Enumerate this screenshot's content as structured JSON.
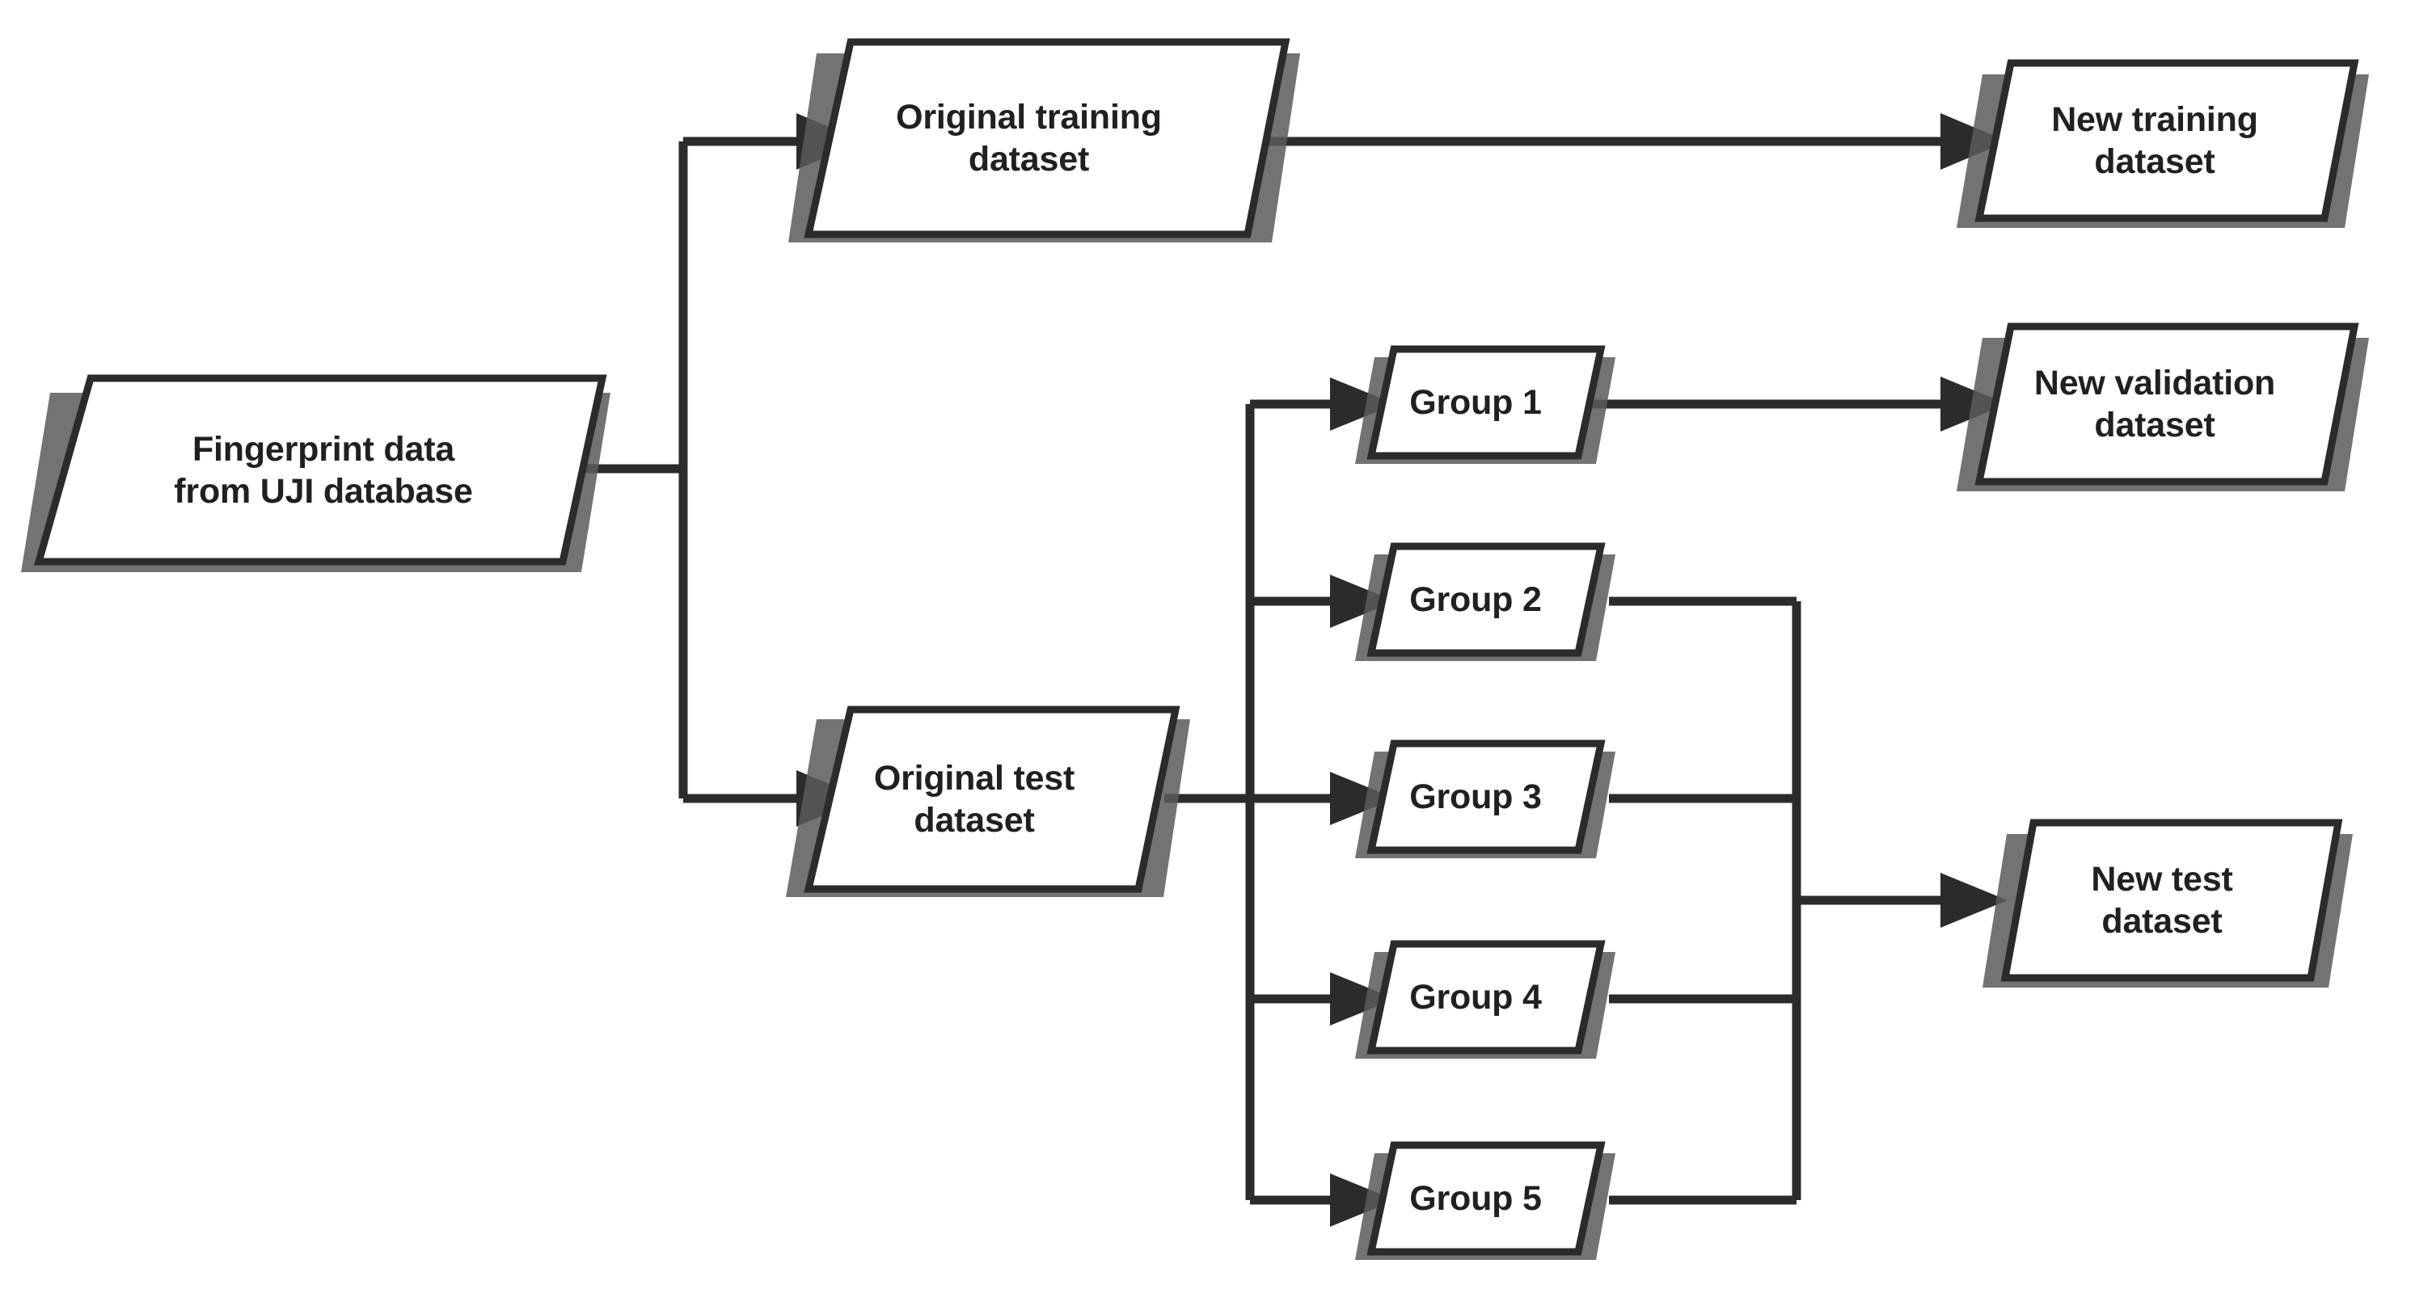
{
  "diagram": {
    "type": "flowchart",
    "title": "Dataset partitioning flowchart",
    "shape_style": "parallelogram-data",
    "colors": {
      "stroke": "#2b2b2b",
      "fill": "#ffffff",
      "text": "#231f20",
      "shadow": "#5a5a5a",
      "background": "#ffffff"
    },
    "nodes": [
      {
        "id": "source",
        "name": "fingerprint-data-node",
        "lines": [
          "Fingerprint data",
          "from UJI database"
        ],
        "shape": "parallelogram"
      },
      {
        "id": "orig_train",
        "name": "original-training-dataset-node",
        "lines": [
          "Original training",
          "dataset"
        ],
        "shape": "parallelogram"
      },
      {
        "id": "orig_test",
        "name": "original-test-dataset-node",
        "lines": [
          "Original test",
          "dataset"
        ],
        "shape": "parallelogram"
      },
      {
        "id": "new_train",
        "name": "new-training-dataset-node",
        "lines": [
          "New training",
          "dataset"
        ],
        "shape": "parallelogram"
      },
      {
        "id": "new_valid",
        "name": "new-validation-dataset-node",
        "lines": [
          "New validation",
          "dataset"
        ],
        "shape": "parallelogram"
      },
      {
        "id": "new_test",
        "name": "new-test-dataset-node",
        "lines": [
          "New test",
          "dataset"
        ],
        "shape": "parallelogram"
      },
      {
        "id": "group1",
        "name": "group-1-node",
        "lines": [
          "Group 1"
        ],
        "shape": "parallelogram"
      },
      {
        "id": "group2",
        "name": "group-2-node",
        "lines": [
          "Group 2"
        ],
        "shape": "parallelogram"
      },
      {
        "id": "group3",
        "name": "group-3-node",
        "lines": [
          "Group 3"
        ],
        "shape": "parallelogram"
      },
      {
        "id": "group4",
        "name": "group-4-node",
        "lines": [
          "Group 4"
        ],
        "shape": "parallelogram"
      },
      {
        "id": "group5",
        "name": "group-5-node",
        "lines": [
          "Group 5"
        ],
        "shape": "parallelogram"
      }
    ],
    "edges": [
      {
        "from": "source",
        "to": "orig_train",
        "arrow": true,
        "routing": "orthogonal-split"
      },
      {
        "from": "source",
        "to": "orig_test",
        "arrow": true,
        "routing": "orthogonal-split"
      },
      {
        "from": "orig_train",
        "to": "new_train",
        "arrow": true,
        "routing": "straight"
      },
      {
        "from": "orig_test",
        "to": "group1",
        "arrow": true,
        "routing": "orthogonal-split"
      },
      {
        "from": "orig_test",
        "to": "group2",
        "arrow": true,
        "routing": "orthogonal-split"
      },
      {
        "from": "orig_test",
        "to": "group3",
        "arrow": true,
        "routing": "straight"
      },
      {
        "from": "orig_test",
        "to": "group4",
        "arrow": true,
        "routing": "orthogonal-split"
      },
      {
        "from": "orig_test",
        "to": "group5",
        "arrow": true,
        "routing": "orthogonal-split"
      },
      {
        "from": "group1",
        "to": "new_valid",
        "arrow": true,
        "routing": "straight"
      },
      {
        "from": "group2",
        "to": "new_test",
        "arrow": true,
        "routing": "orthogonal-merge"
      },
      {
        "from": "group3",
        "to": "new_test",
        "arrow": true,
        "routing": "orthogonal-merge"
      },
      {
        "from": "group4",
        "to": "new_test",
        "arrow": true,
        "routing": "orthogonal-merge"
      },
      {
        "from": "group5",
        "to": "new_test",
        "arrow": true,
        "routing": "orthogonal-merge"
      }
    ]
  }
}
